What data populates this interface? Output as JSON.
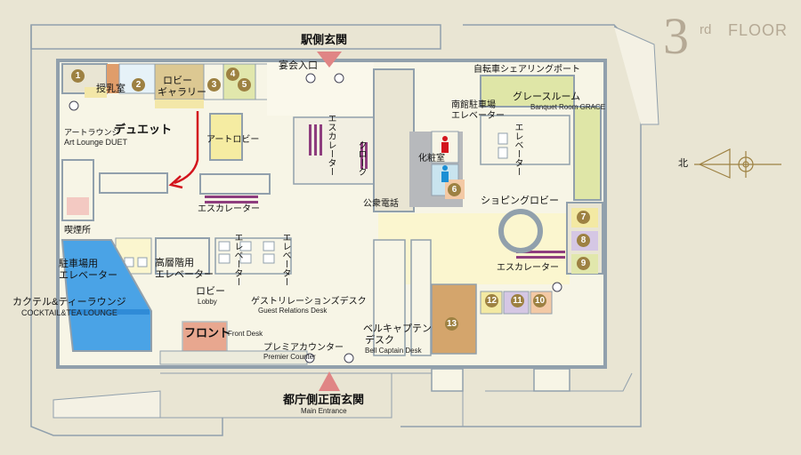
{
  "floor": {
    "number": "3",
    "suffix": "rd",
    "word": "FLOOR"
  },
  "compass": {
    "north": "北"
  },
  "entrances": {
    "station_side": "駅側玄関",
    "main_jp": "都庁側正面玄関",
    "main_en": "Main Entrance"
  },
  "labels": {
    "banquet_entrance": "宴会入口",
    "bicycle_port": "自転車シェアリングポート",
    "grace_jp": "グレースルーム",
    "grace_en": "Banquet Room GRACE",
    "south_parking_elev_1": "南館駐車場",
    "south_parking_elev_2": "エレベーター",
    "nursing_room": "授乳室",
    "lobby_gallery_1": "ロビー",
    "lobby_gallery_2": "ギャラリー",
    "art_lounge_jp": "アートラウンジ",
    "art_lounge_name": "デュエット",
    "art_lounge_en": "Art Lounge DUET",
    "art_lobby": "アートロビー",
    "escalator": "エスカレーター",
    "cloak": "クローク",
    "restroom": "化粧室",
    "shopping_lobby": "ショピングロビー",
    "public_phone": "公衆電話",
    "smoking": "喫煙所",
    "parking_elev_1": "駐車場用",
    "parking_elev_2": "エレベーター",
    "high_elev_1": "高層階用",
    "high_elev_2": "エレベーター",
    "elevator": "エレベーター",
    "cocktail_jp": "カクテル&ティーラウンジ",
    "cocktail_en": "COCKTAIL&TEA LOUNGE",
    "lobby_jp": "ロビー",
    "lobby_en": "Lobby",
    "guest_rel_jp": "ゲストリレーションズデスク",
    "guest_rel_en": "Guest Relations Desk",
    "front_jp": "フロント",
    "front_en": "Front Desk",
    "premier_jp": "プレミアカウンター",
    "premier_en": "Premier Counter",
    "bell_jp_1": "ベルキャプテン",
    "bell_jp_2": "デスク",
    "bell_en": "Bell Captain Desk"
  },
  "markers": [
    "1",
    "2",
    "3",
    "4",
    "5",
    "6",
    "7",
    "8",
    "9",
    "10",
    "11",
    "12",
    "13"
  ],
  "colors": {
    "background": "#e9e5d3",
    "wall": "#91a0ac",
    "corridor": "#f7f5e6",
    "light_yellow": "#fbf6cf",
    "blue_lounge": "#4aa3e6",
    "front": "#e07d61",
    "green_room": "#dfe6a7",
    "marker": "#9d8142",
    "entrance_arrow": "#e08585",
    "route_arrow": "#d3141d",
    "floor_title": "#b5a995"
  },
  "icons": [
    "restroom-male-icon",
    "restroom-female-icon",
    "north-compass-icon",
    "entrance-arrow-icon",
    "route-arrow-icon"
  ]
}
